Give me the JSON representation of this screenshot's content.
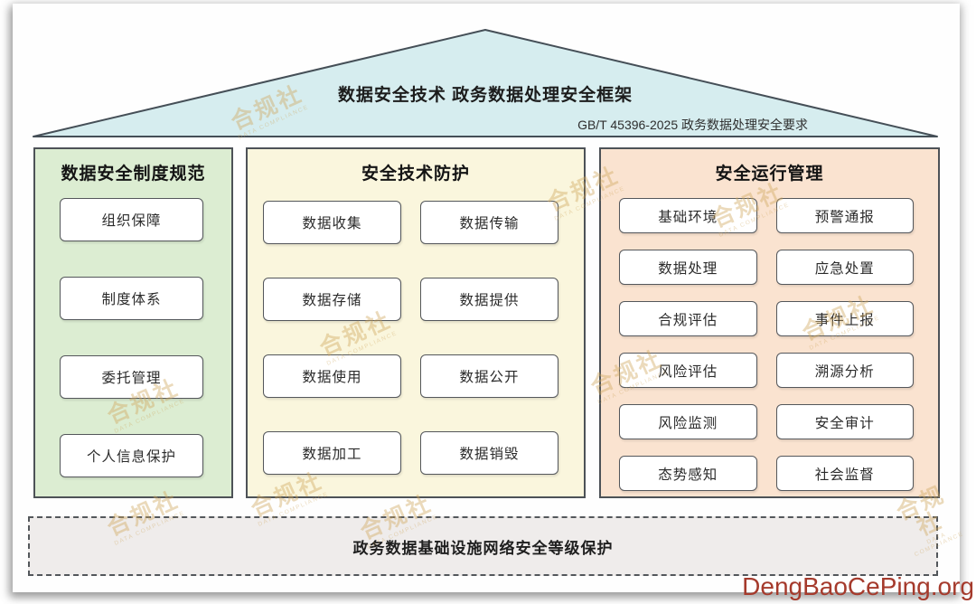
{
  "roof": {
    "title": "数据安全技术 政务数据处理安全框架",
    "standard": "GB/T 45396-2025 政务数据处理安全要求"
  },
  "columns": [
    {
      "title": "数据安全制度规范",
      "items": [
        "组织保障",
        "制度体系",
        "委托管理",
        "个人信息保护"
      ]
    },
    {
      "title": "安全技术防护",
      "items": [
        "数据收集",
        "数据传输",
        "数据存储",
        "数据提供",
        "数据使用",
        "数据公开",
        "数据加工",
        "数据销毁"
      ]
    },
    {
      "title": "安全运行管理",
      "items": [
        "基础环境",
        "预警通报",
        "数据处理",
        "应急处置",
        "合规评估",
        "事件上报",
        "风险评估",
        "溯源分析",
        "风险监测",
        "安全审计",
        "态势感知",
        "社会监督"
      ]
    }
  ],
  "foundation": {
    "label": "政务数据基础设施网络安全等级保护"
  },
  "watermark": {
    "text": "合规社",
    "subtext": "DATA COMPLIANCE"
  },
  "credit": {
    "text": "DengBaoCePing.org"
  },
  "colors": {
    "roof": "#d6edef",
    "institution": "#dcedd2",
    "technical": "#faf6dd",
    "operation": "#fae3d0",
    "foundation_bg": "#efeceb",
    "border": "#4d5257",
    "credit": "#a53a2c",
    "watermark": "#cfa75e"
  }
}
